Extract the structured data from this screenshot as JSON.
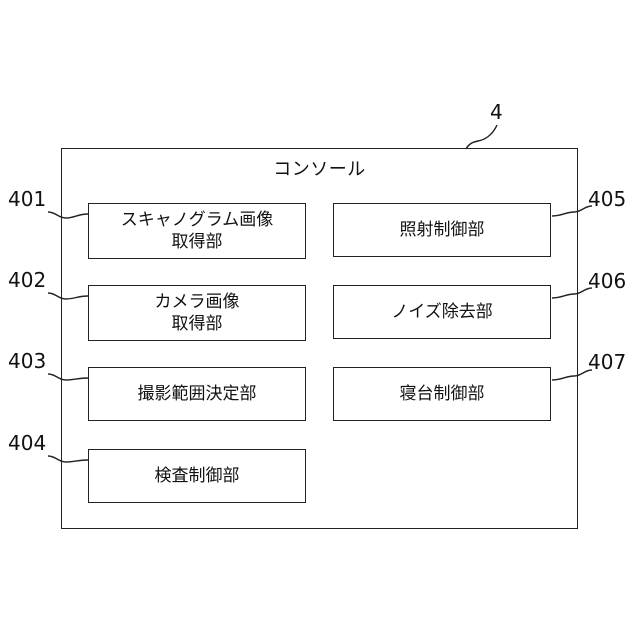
{
  "figure": {
    "console_ref": "4",
    "console_title": "コンソール",
    "units": [
      {
        "ref": "401",
        "lines": [
          "スキャノグラム画像",
          "取得部"
        ]
      },
      {
        "ref": "402",
        "lines": [
          "カメラ画像",
          "取得部"
        ]
      },
      {
        "ref": "403",
        "lines": [
          "撮影範囲決定部"
        ]
      },
      {
        "ref": "404",
        "lines": [
          "検査制御部"
        ]
      },
      {
        "ref": "405",
        "lines": [
          "照射制御部"
        ]
      },
      {
        "ref": "406",
        "lines": [
          "ノイズ除去部"
        ]
      },
      {
        "ref": "407",
        "lines": [
          "寝台制御部"
        ]
      }
    ]
  }
}
